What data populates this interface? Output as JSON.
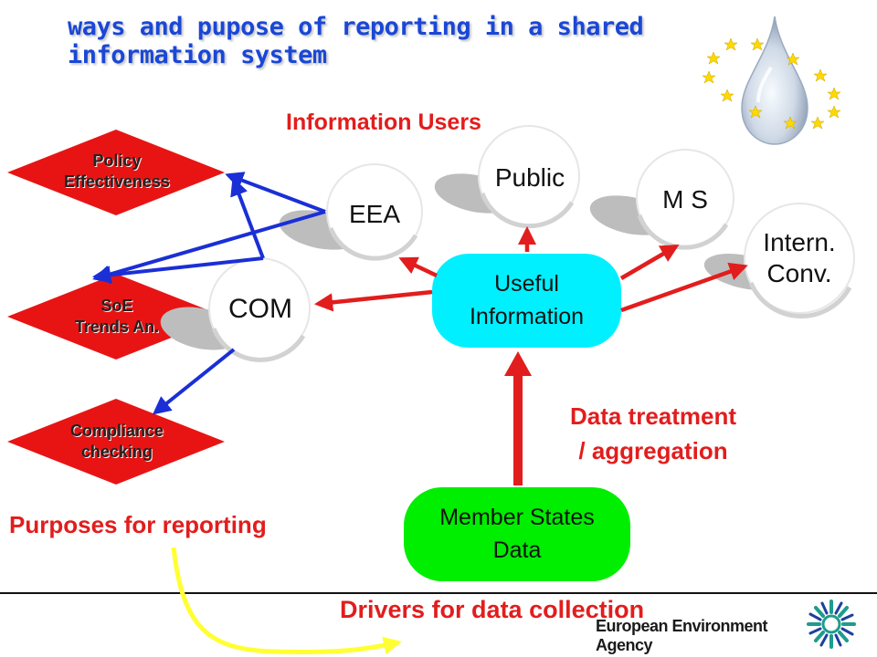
{
  "title": {
    "line1": "ways and pupose of reporting in a shared",
    "line2": "information system"
  },
  "labels": {
    "information_users": "Information Users",
    "data_treatment_1": "Data treatment",
    "data_treatment_2": "/ aggregation",
    "purposes_for_reporting": "Purposes for reporting",
    "drivers_for_data_collection": "Drivers for data collection"
  },
  "purposes": {
    "policy": {
      "line1": "Policy",
      "line2": "Effectiveness"
    },
    "soe": {
      "line1": "SoE",
      "line2": "Trends An."
    },
    "compliance": {
      "line1": "Compliance",
      "line2": "checking"
    }
  },
  "users": {
    "eea": "EEA",
    "public": "Public",
    "ms": "M S",
    "intern_1": "Intern.",
    "intern_2": "Conv.",
    "com": "COM"
  },
  "boxes": {
    "useful_1": "Useful",
    "useful_2": "Information",
    "member_1": "Member States",
    "member_2": "Data"
  },
  "footer": {
    "agency": "European Environment Agency"
  },
  "colors": {
    "title": "#1a47d6",
    "red": "#e21d1d",
    "cyan_box": "#00f0ff",
    "green_box": "#00ee00",
    "blue_arrow": "#1a2fd6",
    "yellow_arrow": "#ffff33"
  },
  "icons": {
    "logo": "water-drop-eu-stars-icon",
    "agency_logo": "eea-sun-icon"
  }
}
